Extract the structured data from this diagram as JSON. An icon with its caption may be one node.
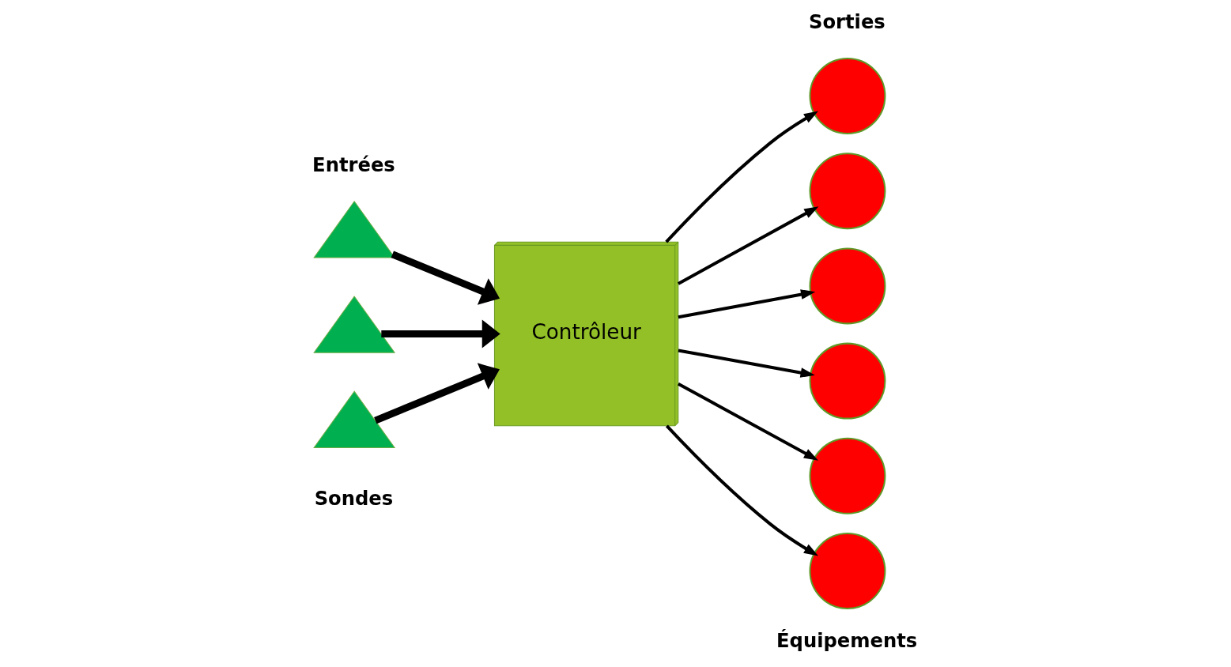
{
  "diagram": {
    "nodes": [
      {
        "text": [],
        "shape": "triangle"
      },
      {
        "text": [],
        "shape": "triangle"
      },
      {
        "text": [],
        "shape": "triangle"
      },
      {
        "text": [
          "Contrôleur"
        ]
      },
      {
        "text": [],
        "shape": "circle"
      },
      {
        "text": [],
        "shape": "circle"
      },
      {
        "text": [],
        "shape": "circle"
      },
      {
        "text": [],
        "shape": "circle"
      },
      {
        "text": [],
        "shape": "circle"
      },
      {
        "text": [],
        "shape": "circle"
      }
    ],
    "edges": [
      {
        "from": 0,
        "to": 3,
        "arrow": "to",
        "style": "thick"
      },
      {
        "from": 1,
        "to": 3,
        "arrow": "to",
        "style": "thick"
      },
      {
        "from": 2,
        "to": 3,
        "arrow": "to",
        "style": "thick"
      },
      {
        "from": 3,
        "to": 4,
        "arrow": "to"
      },
      {
        "from": 3,
        "to": 5,
        "arrow": "to"
      },
      {
        "from": 3,
        "to": 6,
        "arrow": "to"
      },
      {
        "from": 3,
        "to": 7,
        "arrow": "to"
      },
      {
        "from": 3,
        "to": 8,
        "arrow": "to"
      },
      {
        "from": 3,
        "to": 9,
        "arrow": "to"
      }
    ],
    "labels": [
      "Entrées",
      "Sorties",
      "Sondes",
      "Équipements"
    ]
  }
}
